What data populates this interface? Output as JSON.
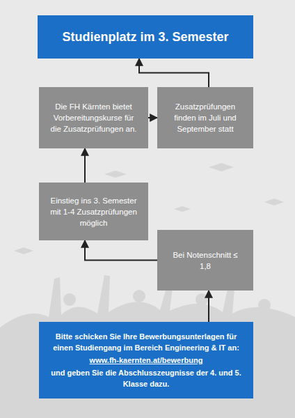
{
  "diagram": {
    "nodes": [
      {
        "text": [
          "Studienplatz im 3. Semester"
        ]
      },
      {
        "text": [
          "Die FH Kärnten bietet Vorbereitungskurse für die Zusatzprüfungen an."
        ]
      },
      {
        "text": [
          "Zusatzprüfungen finden im Juli und September statt"
        ]
      },
      {
        "text": [
          "Einstieg ins 3. Semester mit 1-4 Zusatzprüfungen möglich"
        ]
      },
      {
        "text": [
          "Bei Notenschnitt ≤ 1,8"
        ]
      },
      {
        "text": [
          "Bitte schicken Sie Ihre Bewerbungsunterlagen für einen Studiengang im Bereich Engineering & IT an:",
          "www.fh-kaernten.at/bewerbung",
          "und geben Sie die Abschlusszeugnisse der 4. und 5. Klasse dazu."
        ]
      }
    ],
    "edges": [
      {
        "from": 5,
        "to": 4,
        "arrow": "to"
      },
      {
        "from": 4,
        "to": 3,
        "arrow": "to"
      },
      {
        "from": 3,
        "to": 1,
        "arrow": "to"
      },
      {
        "from": 1,
        "to": 2,
        "arrow": "to"
      },
      {
        "from": 2,
        "to": 0,
        "arrow": "to"
      }
    ]
  }
}
